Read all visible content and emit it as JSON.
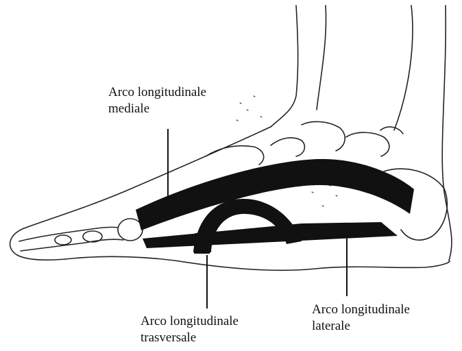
{
  "labels": {
    "medial": {
      "line1": "Arco longitudinale",
      "line2": "mediale"
    },
    "transverse": {
      "line1": "Arco longitudinale",
      "line2": "trasversale"
    },
    "lateral": {
      "line1": "Arco longitudinale",
      "line2": "laterale"
    }
  },
  "colors": {
    "ink": "#111111",
    "background": "#ffffff"
  }
}
